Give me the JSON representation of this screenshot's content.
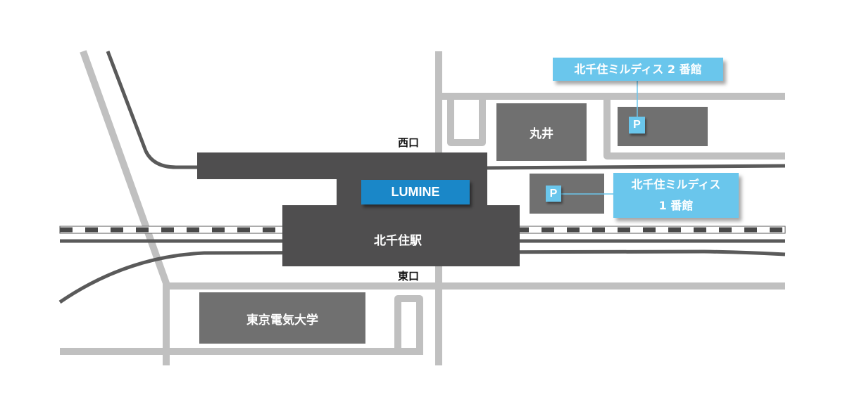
{
  "station": {
    "name": "北千住駅",
    "west_exit": "西口",
    "east_exit": "東口",
    "mall": "LUMINE"
  },
  "buildings": {
    "marui": "丸井",
    "university": "東京電気大学"
  },
  "parking": [
    {
      "label": "北千住ミルディス 2 番館",
      "icon": "P"
    },
    {
      "label_line1": "北千住ミルディス",
      "label_line2": "1 番館",
      "icon": "P"
    }
  ],
  "colors": {
    "road": "#c0c0c0",
    "rail": "#5a5a5a",
    "station": "#4f4e4f",
    "building": "#707070",
    "lumine": "#1a87c8",
    "callout": "#6ac6ec"
  }
}
